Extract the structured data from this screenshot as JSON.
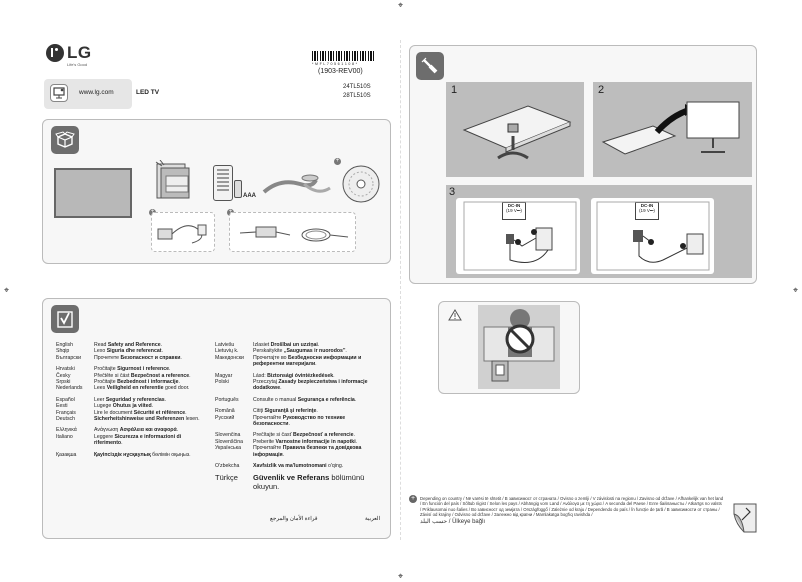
{
  "brand": {
    "name": "LG",
    "tagline": "Life's Good"
  },
  "website": {
    "url": "www.lg.com",
    "product_type": "LED TV"
  },
  "barcode": {
    "code": "* M F L 7 0 5 6 1 1 0 8 *",
    "revision": "(1903-REV00)"
  },
  "models": [
    "24TL510S",
    "28TL510S"
  ],
  "steps": {
    "step1": "1",
    "step2": "2",
    "step3": "3"
  },
  "accessories": {
    "battery_label": "AAA",
    "dc_in_label": "DC-IN",
    "dc_in_rating": "(19 V⎓)"
  },
  "languages_col1": [
    {
      "name": "English",
      "pre": "Read ",
      "bold": "Safety and Reference",
      "post": "."
    },
    {
      "name": "Shqip",
      "pre": "Lexo ",
      "bold": "Siguria dhe referencat",
      "post": "."
    },
    {
      "name": "Български",
      "pre": "Прочетете ",
      "bold": "Безопасност и справки",
      "post": "."
    },
    {
      "name": "Hrvatski",
      "pre": "Pročitajte ",
      "bold": "Sigurnost i reference",
      "post": "."
    },
    {
      "name": "Česky",
      "pre": "Přečtěte si část ",
      "bold": "Bezpečnost a reference",
      "post": "."
    },
    {
      "name": "Srpski",
      "pre": "Pročitajte ",
      "bold": "Bezbednost i informacije",
      "post": "."
    },
    {
      "name": "Nederlands",
      "pre": "Lees ",
      "bold": "Veiligheid en referentie",
      "post": " goed door."
    },
    {
      "name": "Español",
      "pre": "Leer ",
      "bold": "Seguridad y referencias",
      "post": "."
    },
    {
      "name": "Eesti",
      "pre": "Lugege ",
      "bold": "Ohutus ja viited",
      "post": "."
    },
    {
      "name": "Français",
      "pre": "Lire le document ",
      "bold": "Sécurité et référence",
      "post": "."
    },
    {
      "name": "Deutsch",
      "pre": "",
      "bold": "Sicherheitshinweise und Referenzen",
      "post": " lesen."
    },
    {
      "name": "Ελληνικά",
      "pre": "Ανάγνωση ",
      "bold": "Ασφάλεια και αναφορά",
      "post": "."
    },
    {
      "name": "Italiano",
      "pre": "Leggere ",
      "bold": "Sicurezza e informazioni di riferimento",
      "post": "."
    },
    {
      "name": "Қазақша",
      "pre": "",
      "bold": "Қауіпсіздік нұсқаулық",
      "post": " бөлімін оқыңыз."
    }
  ],
  "languages_col2": [
    {
      "name": "Latviešu",
      "pre": "Izlasiet ",
      "bold": "Drošībai un uzziņai",
      "post": "."
    },
    {
      "name": "Lietuvių k.",
      "pre": "Perskaitykite ",
      "bold": "„Saugumas ir nuorodos\"",
      "post": "."
    },
    {
      "name": "Македонски",
      "pre": "Прочитајте во ",
      "bold": "Безбедносни информации и референтни материјали",
      "post": "."
    },
    {
      "name": "Magyar",
      "pre": "Lásd: ",
      "bold": "Biztonsági óvintézkedések",
      "post": "."
    },
    {
      "name": "Polski",
      "pre": "Przeczytaj ",
      "bold": "Zasady bezpieczeństwa i informacje dodatkowe",
      "post": "."
    },
    {
      "name": "Português",
      "pre": "Consulte o manual ",
      "bold": "Segurança e referência",
      "post": "."
    },
    {
      "name": "Română",
      "pre": "Citiţi ",
      "bold": "Siguranţă şi referinţe",
      "post": "."
    },
    {
      "name": "Русский",
      "pre": "Прочитайте ",
      "bold": "Руководство по технике безопасности",
      "post": "."
    },
    {
      "name": "Slovenčina",
      "pre": "Prečítajte si časť ",
      "bold": "Bezpečnosť a referencie",
      "post": "."
    },
    {
      "name": "Slovenščina",
      "pre": "Preberite ",
      "bold": "Varnostne informacije in napotki",
      "post": "."
    },
    {
      "name": "Українська",
      "pre": "Прочитайте ",
      "bold": "Правила безпеки та довідкова інформація",
      "post": "."
    },
    {
      "name": "O'zbekcha",
      "pre": "",
      "bold": "Xavfsizlik va ma'lumotnomani",
      "post": " o'qing."
    },
    {
      "name": "Türkçe",
      "pre": "",
      "bold": "Güvenlik ve Referans",
      "post": " bölümünü okuyun."
    }
  ],
  "arabic": {
    "name": "العربية",
    "text": "قراءة الأمان والمرجع"
  },
  "footer_note": {
    "text": "Depending on country / Në varësi të shtetit / В зависимост от страната / Ovisno o zemlji / V závislosti na regionu / Zavisno od države / Afhankelijk van het land / En función del país / Sõltub riigist / Selon les pays / Abhängig vom Land / Ανάλογα με τη χώρα / A seconda del Paese / Елге байланысты / Atkarīgs no valsts / Priklausomai nuo šalies / Во зависност од земјата / Országfüggő / Zależnie od kraju / Dependendo do país / În funcție de țară / В зависимости от страны / Závisí od krajiny / Odvisno od države / Залежно від країни / Mamlakatga bog'liq ravishda /",
    "turkish": "Ülkeye bağlı",
    "arabic": "حسب البلد"
  }
}
